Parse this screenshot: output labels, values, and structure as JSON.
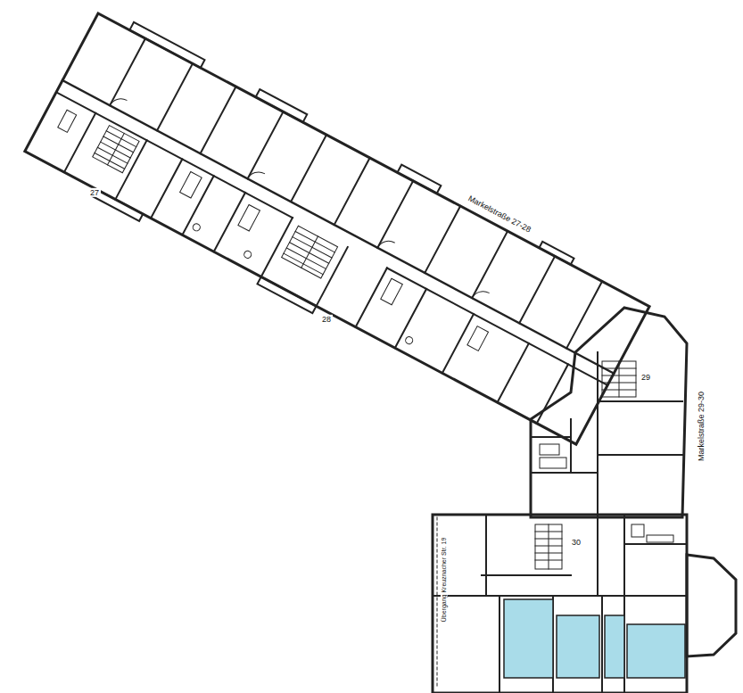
{
  "diagram": {
    "labels": [
      "Markelstraße 27-28",
      "Markelstraße 29-30",
      "27",
      "28",
      "29",
      "30",
      "Übergang Kreuznacher Str. 19"
    ]
  }
}
